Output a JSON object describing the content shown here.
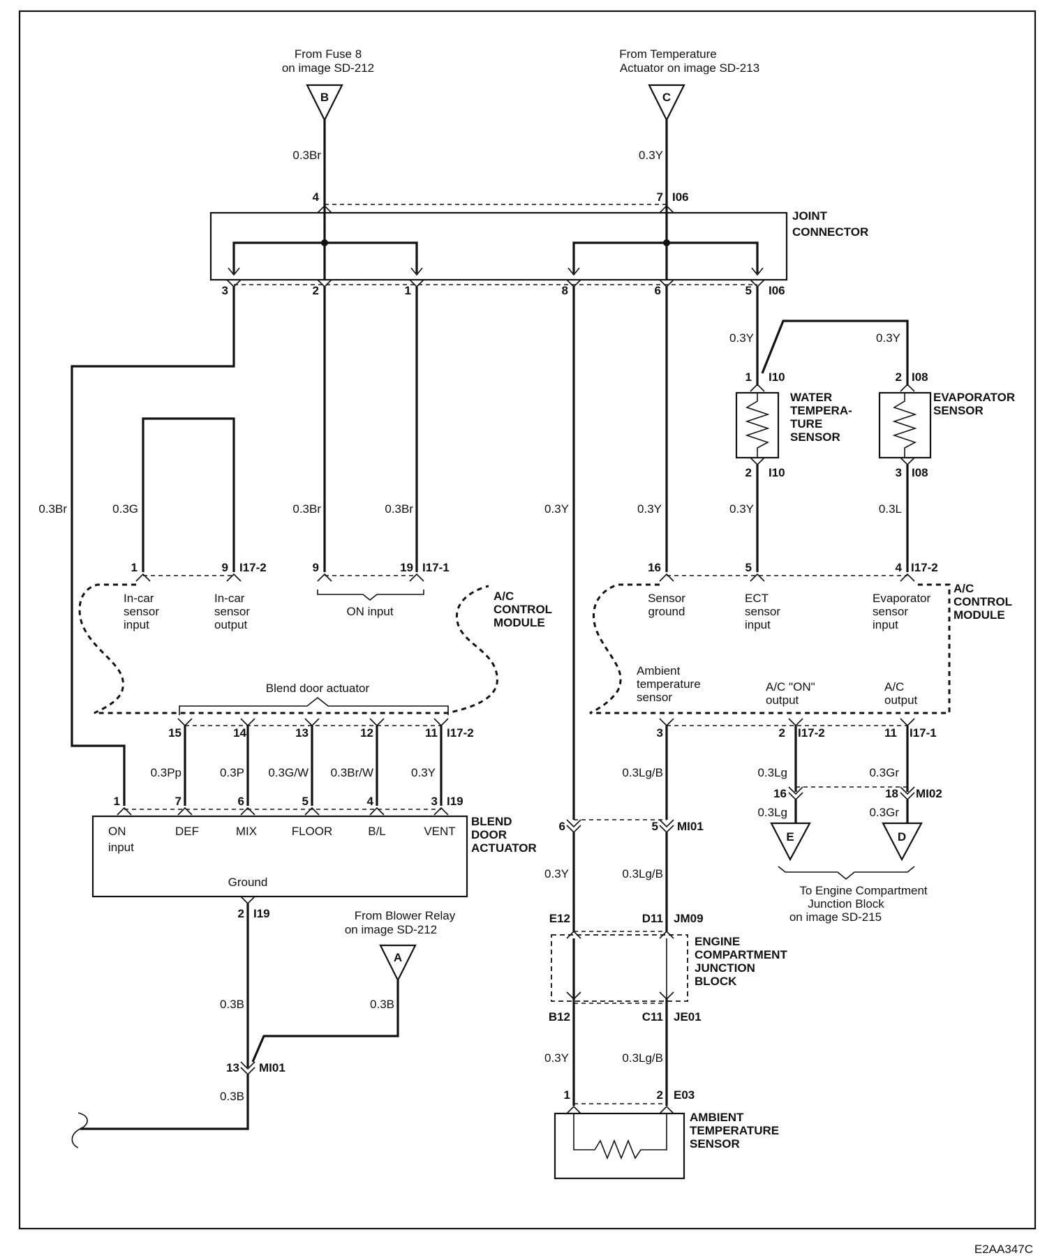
{
  "footer_code": "E2AA347C",
  "sources": {
    "B": {
      "letter": "B",
      "line1": "From Fuse 8",
      "line2": "on image SD-212"
    },
    "C": {
      "letter": "C",
      "line1": "From Temperature",
      "line2": "Actuator  on image  SD-213"
    },
    "A": {
      "letter": "A",
      "line1": "From Blower Relay",
      "line2": "on image SD-212"
    },
    "E": {
      "letter": "E"
    },
    "D": {
      "letter": "D"
    },
    "engine_block_note": {
      "line1": "To Engine Compartment",
      "line2": "Junction Block",
      "line3": "on image SD-215"
    }
  },
  "joint_connector": {
    "name_line1": "JOINT",
    "name_line2": "CONNECTOR",
    "code": "I06",
    "pins_top": [
      "4",
      "7"
    ],
    "pins_bottom": [
      "3",
      "2",
      "1",
      "8",
      "6",
      "5"
    ]
  },
  "sensors": {
    "water": {
      "line1": "WATER",
      "line2": "TEMPERA-",
      "line3": "TURE",
      "line4": "SENSOR",
      "code": "I10",
      "pin_top": "1",
      "pin_bottom": "2"
    },
    "evaporator": {
      "line1": "EVAPORATOR",
      "line2": "SENSOR",
      "code": "I08",
      "pin_top": "2",
      "pin_bottom": "3"
    },
    "ambient": {
      "line1": "AMBIENT",
      "line2": "TEMPERATURE",
      "line3": "SENSOR",
      "code": "E03",
      "pin_left": "1",
      "pin_right": "2"
    }
  },
  "ac_module": {
    "name_line1": "A/C",
    "name_line2": "CONTROL",
    "name_line3": "MODULE",
    "left_labels": {
      "incar_in": [
        "In-car",
        "sensor",
        "input"
      ],
      "incar_out": [
        "In-car",
        "sensor",
        "output"
      ],
      "on_input": "ON input",
      "blend": "Blend door actuator"
    },
    "right_labels": {
      "sensor_ground": [
        "Sensor",
        "ground"
      ],
      "ect": [
        "ECT",
        "sensor",
        "input"
      ],
      "evap": [
        "Evaporator",
        "sensor",
        "input"
      ],
      "ambient": [
        "Ambient",
        "temperature",
        "sensor"
      ],
      "ac_on": [
        "A/C \"ON\"",
        "output"
      ],
      "ac_out": [
        "A/C",
        "output"
      ]
    },
    "codes": {
      "i17_2": "I17-2",
      "i17_1": "I17-1"
    },
    "pins": {
      "p1": "1",
      "p9a": "9",
      "p9b": "9",
      "p19": "19",
      "p16": "16",
      "p5": "5",
      "p4": "4",
      "p15": "15",
      "p14": "14",
      "p13": "13",
      "p12": "12",
      "p11": "11",
      "p3": "3",
      "p2": "2",
      "p11b": "11"
    }
  },
  "blend_actuator": {
    "name_line1": "BLEND",
    "name_line2": "DOOR",
    "name_line3": "ACTUATOR",
    "code": "I19",
    "pins": [
      "1",
      "7",
      "6",
      "5",
      "4",
      "3"
    ],
    "labels": [
      "ON",
      "input",
      "DEF",
      "MIX",
      "FLOOR",
      "B/L",
      "VENT"
    ],
    "ground_label": "Ground",
    "ground_pin": "2"
  },
  "engine_junction": {
    "name_line1": "ENGINE",
    "name_line2": "COMPARTMENT",
    "name_line3": "JUNCTION",
    "name_line4": "BLOCK",
    "code_top": "JM09",
    "code_bottom": "JE01",
    "pins": {
      "e12": "E12",
      "d11": "D11",
      "b12": "B12",
      "c11": "C11"
    }
  },
  "connectors": {
    "mi01": "MI01",
    "mi02": "MI02",
    "mi01_pins": {
      "p6": "6",
      "p5": "5",
      "p13": "13"
    },
    "mi02_pins": {
      "p16": "16",
      "p18": "18"
    }
  },
  "wires": {
    "b_feed": "0.3Br",
    "c_feed": "0.3Y",
    "left_long": "0.3Br",
    "incar": "0.3G",
    "on1": "0.3Br",
    "on2": "0.3Br",
    "y8": "0.3Y",
    "sg": "0.3Y",
    "ect_bottom": "0.3Y",
    "evap_bottom": "0.3L",
    "water_top": "0.3Y",
    "evap_top": "0.3Y",
    "def": "0.3Pp",
    "mix": "0.3P",
    "floor": "0.3G/W",
    "bl": "0.3Br/W",
    "vent": "0.3Y",
    "amb_mid": "0.3Lg/B",
    "acon1": "0.3Lg",
    "acon2": "0.3Lg",
    "acout1": "0.3Gr",
    "acout2": "0.3Gr",
    "y_mid": "0.3Y",
    "lgb_mid": "0.3Lg/B",
    "y_low": "0.3Y",
    "lgb_low": "0.3Lg/B",
    "ground1": "0.3B",
    "ground_a": "0.3B",
    "ground2": "0.3B"
  }
}
